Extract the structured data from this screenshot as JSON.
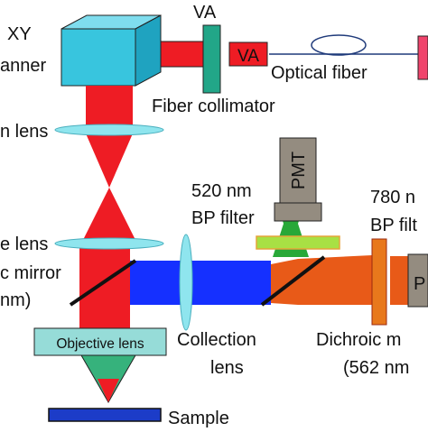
{
  "labels": {
    "xy_top": "XY",
    "scanner_partial": "anner",
    "va_top": "VA",
    "va_box": "VA",
    "optical_fiber": "Optical fiber",
    "fiber_collimator": "Fiber collimator",
    "scan_lens_partial": "n lens",
    "tube_lens_partial": "e lens",
    "dichroic_left_line1": "c mirror",
    "dichroic_left_line2": "nm)",
    "objective_lens": "Objective lens",
    "sample": "Sample",
    "pmt": "PMT",
    "filter_520_line1": "520 nm",
    "filter_520_line2": "BP filter",
    "filter_780_line1": "780 n",
    "filter_780_line2": "BP filt",
    "collection_lens_line1": "Collection",
    "collection_lens_line2": "lens",
    "dichroic_right_line1": "Dichroic m",
    "dichroic_right_line2": "(562 nm",
    "right_detector_partial": "P"
  },
  "colors": {
    "scanner": "#38C5DE",
    "laser_red": "#EE1C24",
    "fiber_pink": "#F0446C",
    "fiber_line": "#1F3A7A",
    "collimator": "#22A688",
    "lens": "#8FE5EE",
    "fluorescence_blue": "#1530FF",
    "orange_beam": "#E85A18",
    "pmt_body": "#948C80",
    "green_beam": "#28A838",
    "filter_green": "#A8E044",
    "filter_orange": "#E8781C",
    "objective_body": "#96DCD8",
    "objective_tip": "#36B27C",
    "sample": "#1C3CC8",
    "mirror": "#111111"
  }
}
